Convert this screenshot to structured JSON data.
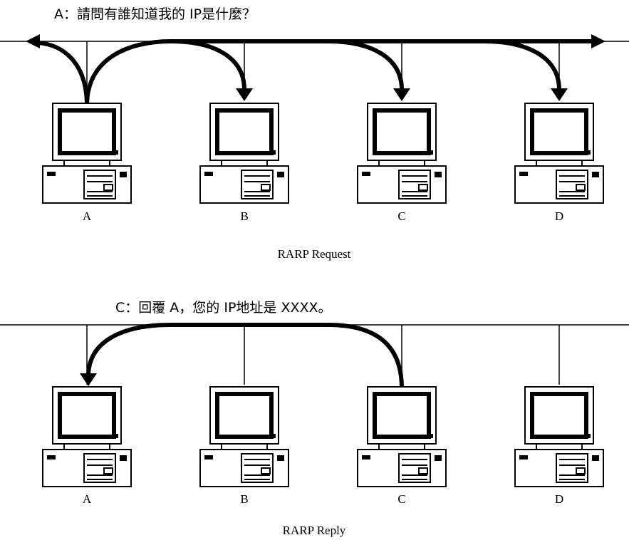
{
  "request": {
    "message": "A：請問有誰知道我的 IP是什麼？",
    "caption": "RARP Request",
    "nodes": [
      "A",
      "B",
      "C",
      "D"
    ]
  },
  "reply": {
    "message": "C：回覆 A，您的 IP地址是 XXXX。",
    "caption": "RARP Reply",
    "nodes": [
      "A",
      "B",
      "C",
      "D"
    ]
  }
}
